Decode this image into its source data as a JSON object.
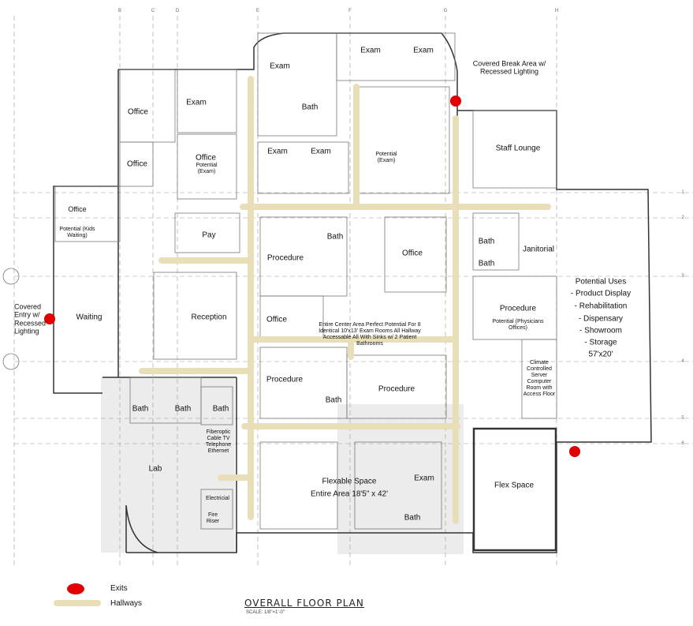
{
  "title": "OVERALL FLOOR PLAN",
  "scale": "SCALE: 1/8\"=1'-0\"",
  "legend": {
    "exits_label": "Exits",
    "hallways_label": "Hallways",
    "exit_color": "#e00000",
    "hallway_color": "#e8dfb8"
  },
  "grid_tags": {
    "columns": [
      "B",
      "C",
      "D",
      "E",
      "F",
      "G",
      "H"
    ],
    "rows": [
      "1",
      "2",
      "3",
      "4",
      "5",
      "6"
    ]
  },
  "rooms": {
    "office_1": "Office",
    "office_2": "Office",
    "exam_1": "Exam",
    "office_potential_title": "Office",
    "office_potential_note": "Potential (Exam)",
    "exam_top_left": "Exam",
    "exam_top_mid": "Exam",
    "exam_top_right": "Exam",
    "bath_top": "Bath",
    "exam_mid_1": "Exam",
    "exam_mid_2": "Exam",
    "potential_exam": "Potential (Exam)",
    "covered_break": "Covered Break Area w/ Recessed Lighting",
    "staff_lounge": "Staff Lounge",
    "office_kids_title": "Office",
    "office_kids_note": "Potential (Kids Waiting)",
    "pay": "Pay",
    "waiting": "Waiting",
    "reception": "Reception",
    "covered_entry": "Covered Entry w/ Recessed Lighting",
    "procedure_1": "Procedure",
    "bath_center_1": "Bath",
    "office_center": "Office",
    "office_small": "Office",
    "center_area_note": "Entire Center Area Perfect Potential For 8 Identical 10'x13' Exam Rooms All Hallway Accessable All With Sinks w/ 2 Patient Bathrooms",
    "procedure_2": "Procedure",
    "bath_center_2": "Bath",
    "procedure_3": "Procedure",
    "bath_right_1": "Bath",
    "bath_right_2": "Bath",
    "janitorial": "Janitorial",
    "procedure_right_title": "Procedure",
    "procedure_right_note": "Potential (Physicians Offices)",
    "server_room": "Climate Controlled Server Computer Room with Access Floor",
    "potential_uses_title": "Potential Uses",
    "potential_uses_items": [
      "- Product Display",
      "- Rehabilitation",
      "- Dispensary",
      "- Showroom",
      "- Storage"
    ],
    "potential_uses_size": "57'x20'",
    "bath_low_1": "Bath",
    "bath_low_2": "Bath",
    "bath_low_3": "Bath",
    "fiberoptic": "Fiberoptic Cable TV Telephone Ethernet",
    "lab": "Lab",
    "electrical": "Electricial",
    "fire_riser": "Fire Riser",
    "flexable_space": "Flexable Space",
    "flexable_space_note": "Entire Area 18'5\" x 42'",
    "exam_bottom": "Exam",
    "bath_bottom": "Bath",
    "flex_space": "Flex Space"
  }
}
